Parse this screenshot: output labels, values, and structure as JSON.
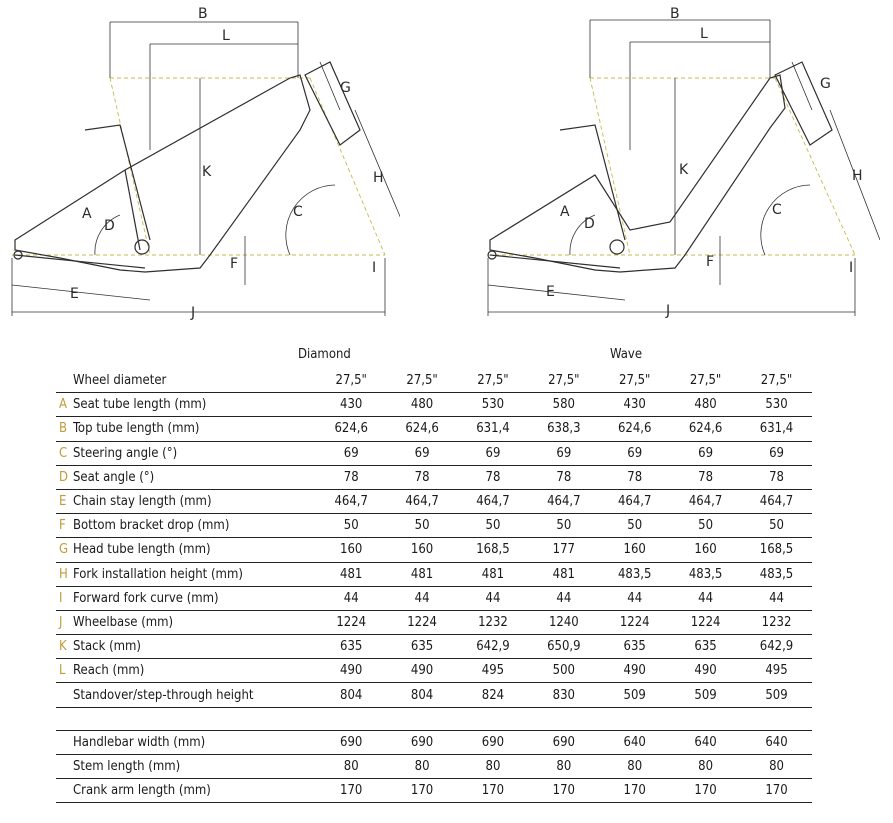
{
  "diagrams": {
    "diamond": {
      "labels": [
        "B",
        "L",
        "G",
        "K",
        "H",
        "C",
        "A",
        "D",
        "F",
        "E",
        "I",
        "J"
      ]
    },
    "wave": {
      "labels": [
        "B",
        "L",
        "G",
        "K",
        "H",
        "C",
        "A",
        "D",
        "F",
        "E",
        "I",
        "J"
      ]
    }
  },
  "table": {
    "group_headers": {
      "diamond": "Diamond",
      "wave": "Wave"
    },
    "header_row": {
      "label": "Wheel diameter",
      "values": [
        "27,5\"",
        "27,5\"",
        "27,5\"",
        "27,5\"",
        "27,5\"",
        "27,5\"",
        "27,5\""
      ]
    },
    "rows": [
      {
        "letter": "A",
        "label": "Seat tube length (mm)",
        "values": [
          "430",
          "480",
          "530",
          "580",
          "430",
          "480",
          "530"
        ]
      },
      {
        "letter": "B",
        "label": "Top tube length (mm)",
        "values": [
          "624,6",
          "624,6",
          "631,4",
          "638,3",
          "624,6",
          "624,6",
          "631,4"
        ]
      },
      {
        "letter": "C",
        "label": "Steering angle (°)",
        "values": [
          "69",
          "69",
          "69",
          "69",
          "69",
          "69",
          "69"
        ]
      },
      {
        "letter": "D",
        "label": "Seat angle (°)",
        "values": [
          "78",
          "78",
          "78",
          "78",
          "78",
          "78",
          "78"
        ]
      },
      {
        "letter": "E",
        "label": "Chain stay length (mm)",
        "values": [
          "464,7",
          "464,7",
          "464,7",
          "464,7",
          "464,7",
          "464,7",
          "464,7"
        ]
      },
      {
        "letter": "F",
        "label": "Bottom bracket drop (mm)",
        "values": [
          "50",
          "50",
          "50",
          "50",
          "50",
          "50",
          "50"
        ]
      },
      {
        "letter": "G",
        "label": "Head tube length (mm)",
        "values": [
          "160",
          "160",
          "168,5",
          "177",
          "160",
          "160",
          "168,5"
        ]
      },
      {
        "letter": "H",
        "label": "Fork installation height (mm)",
        "values": [
          "481",
          "481",
          "481",
          "481",
          "483,5",
          "483,5",
          "483,5"
        ]
      },
      {
        "letter": "I",
        "label": "Forward fork curve (mm)",
        "values": [
          "44",
          "44",
          "44",
          "44",
          "44",
          "44",
          "44"
        ]
      },
      {
        "letter": "J",
        "label": "Wheelbase (mm)",
        "values": [
          "1224",
          "1224",
          "1232",
          "1240",
          "1224",
          "1224",
          "1232"
        ]
      },
      {
        "letter": "K",
        "label": "Stack (mm)",
        "values": [
          "635",
          "635",
          "642,9",
          "650,9",
          "635",
          "635",
          "642,9"
        ]
      },
      {
        "letter": "L",
        "label": "Reach (mm)",
        "values": [
          "490",
          "490",
          "495",
          "500",
          "490",
          "490",
          "495"
        ]
      },
      {
        "letter": "",
        "label": "Standover/step-through height",
        "values": [
          "804",
          "804",
          "824",
          "830",
          "509",
          "509",
          "509"
        ]
      }
    ],
    "extra_rows": [
      {
        "label": "Handlebar width (mm)",
        "values": [
          "690",
          "690",
          "690",
          "690",
          "640",
          "640",
          "640"
        ]
      },
      {
        "label": "Stem length (mm)",
        "values": [
          "80",
          "80",
          "80",
          "80",
          "80",
          "80",
          "80"
        ]
      },
      {
        "label": "Crank arm length (mm)",
        "values": [
          "170",
          "170",
          "170",
          "170",
          "170",
          "170",
          "170"
        ]
      }
    ]
  }
}
